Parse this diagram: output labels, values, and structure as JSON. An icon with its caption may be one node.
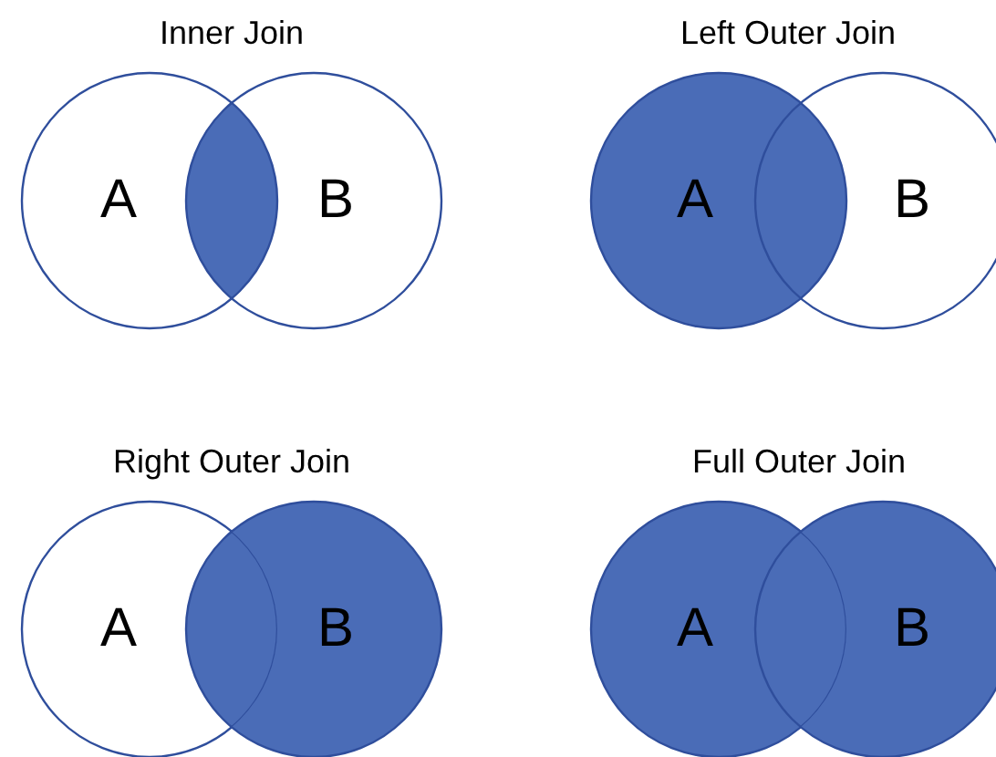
{
  "diagram": {
    "nodes": [
      {
        "text": [
          "A"
        ]
      },
      {
        "text": [
          "B"
        ]
      },
      {
        "text": [
          "A"
        ]
      },
      {
        "text": [
          "B"
        ]
      },
      {
        "text": [
          "A"
        ]
      },
      {
        "text": [
          "B"
        ]
      },
      {
        "text": [
          "A"
        ]
      },
      {
        "text": [
          "B"
        ]
      }
    ],
    "edges": [],
    "labels": [
      "Inner Join",
      "Left Outer Join",
      "Right Outer Join",
      "Full Outer Join"
    ]
  }
}
